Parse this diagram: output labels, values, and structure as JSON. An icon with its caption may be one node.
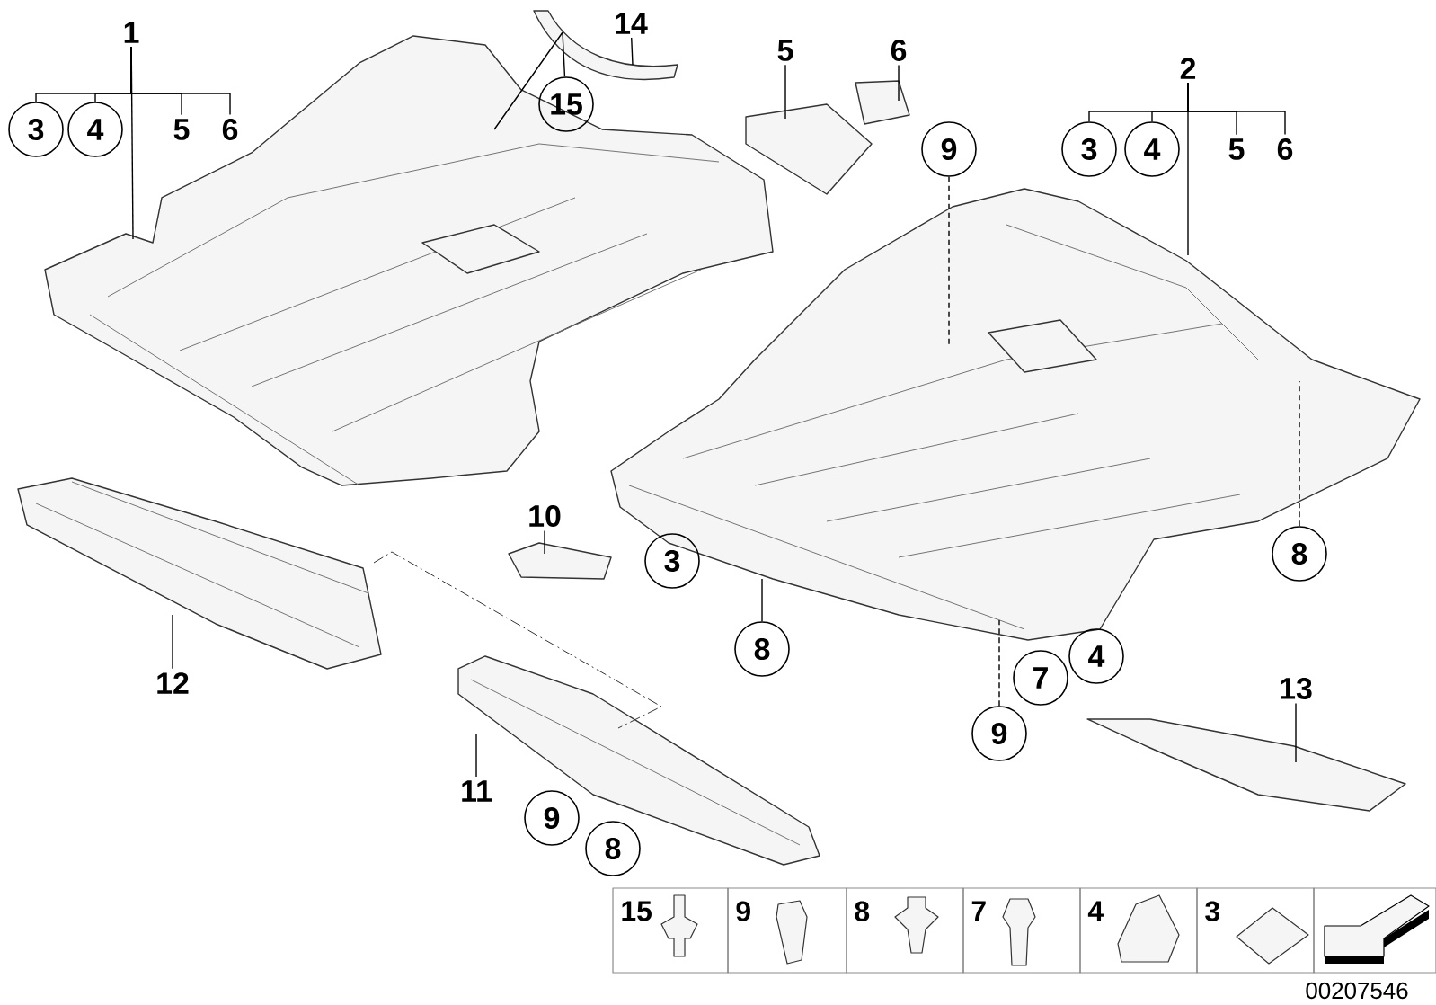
{
  "diagram": {
    "nodes": [
      {
        "text": [
          "1"
        ]
      },
      {
        "text": [
          "3"
        ]
      },
      {
        "text": [
          "4"
        ]
      },
      {
        "text": [
          "5"
        ]
      },
      {
        "text": [
          "6"
        ]
      },
      {
        "text": [
          "14"
        ]
      },
      {
        "text": [
          "15"
        ]
      },
      {
        "text": [
          "5"
        ]
      },
      {
        "text": [
          "6"
        ]
      },
      {
        "text": [
          "9"
        ]
      },
      {
        "text": [
          "2"
        ]
      },
      {
        "text": [
          "3"
        ]
      },
      {
        "text": [
          "4"
        ]
      },
      {
        "text": [
          "5"
        ]
      },
      {
        "text": [
          "6"
        ]
      },
      {
        "text": [
          "8"
        ]
      },
      {
        "text": [
          "10"
        ]
      },
      {
        "text": [
          "8"
        ]
      },
      {
        "text": [
          "12"
        ]
      },
      {
        "text": [
          "9"
        ]
      },
      {
        "text": [
          "13"
        ]
      },
      {
        "text": [
          "11"
        ]
      },
      {
        "text": [
          "3"
        ]
      },
      {
        "text": [
          "4"
        ]
      },
      {
        "text": [
          "7"
        ]
      },
      {
        "text": [
          "9"
        ]
      },
      {
        "text": [
          "8"
        ]
      }
    ],
    "edges": [
      {
        "from": 0,
        "to": null,
        "arrow": "none"
      },
      {
        "from": 0,
        "to": 1,
        "arrow": "none"
      },
      {
        "from": 0,
        "to": 2,
        "arrow": "none"
      },
      {
        "from": 0,
        "to": 3,
        "arrow": "none"
      },
      {
        "from": 0,
        "to": 4,
        "arrow": "none"
      },
      {
        "from": 5,
        "to": null,
        "arrow": "none"
      },
      {
        "from": 6,
        "to": null,
        "arrow": "none"
      },
      {
        "from": 7,
        "to": null,
        "arrow": "none"
      },
      {
        "from": 8,
        "to": null,
        "arrow": "none"
      },
      {
        "from": 9,
        "to": null,
        "arrow": "none",
        "style": "dashed"
      },
      {
        "from": 10,
        "to": null,
        "arrow": "none"
      },
      {
        "from": 10,
        "to": 11,
        "arrow": "none"
      },
      {
        "from": 10,
        "to": 12,
        "arrow": "none"
      },
      {
        "from": 10,
        "to": 13,
        "arrow": "none"
      },
      {
        "from": 10,
        "to": 14,
        "arrow": "none"
      },
      {
        "from": 15,
        "to": null,
        "arrow": "none",
        "style": "dashed"
      },
      {
        "from": 16,
        "to": null,
        "arrow": "none"
      },
      {
        "from": 17,
        "to": null,
        "arrow": "none"
      },
      {
        "from": 18,
        "to": null,
        "arrow": "none"
      },
      {
        "from": 19,
        "to": null,
        "arrow": "none",
        "style": "dashed"
      },
      {
        "from": 20,
        "to": null,
        "arrow": "none"
      },
      {
        "from": 21,
        "to": null,
        "arrow": "none"
      }
    ],
    "labels": [
      "15",
      "9",
      "8",
      "7",
      "4",
      "3",
      "00207546"
    ]
  }
}
